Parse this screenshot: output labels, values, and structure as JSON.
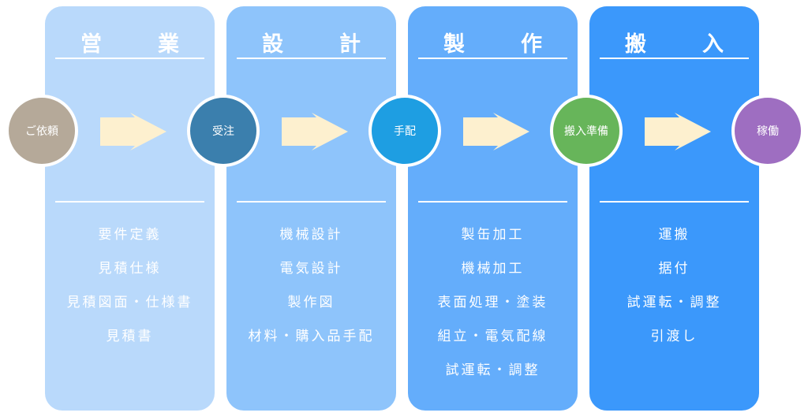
{
  "stages": [
    {
      "title": "営　業",
      "color": "#b9d9fb",
      "tasks": [
        "要件定義",
        "見積仕様",
        "見積図面・仕様書",
        "見積書"
      ]
    },
    {
      "title": "設　計",
      "color": "#8ec4fb",
      "tasks": [
        "機械設計",
        "電気設計",
        "製作図",
        "材料・購入品手配"
      ]
    },
    {
      "title": "製　作",
      "color": "#64adfb",
      "tasks": [
        "製缶加工",
        "機械加工",
        "表面処理・塗装",
        "組立・電気配線",
        "試運転・調整"
      ]
    },
    {
      "title": "搬　入",
      "color": "#3b98fb",
      "tasks": [
        "運搬",
        "据付",
        "試運転・調整",
        "引渡し"
      ]
    }
  ],
  "milestones": [
    {
      "label": "ご依頼",
      "color": "#b5a999"
    },
    {
      "label": "受注",
      "color": "#3b7fad"
    },
    {
      "label": "手配",
      "color": "#1e9ee2"
    },
    {
      "label": "搬入準備",
      "color": "#67b55a"
    },
    {
      "label": "稼働",
      "color": "#9e6ec1"
    }
  ],
  "arrow_color": "#fdf0cf"
}
